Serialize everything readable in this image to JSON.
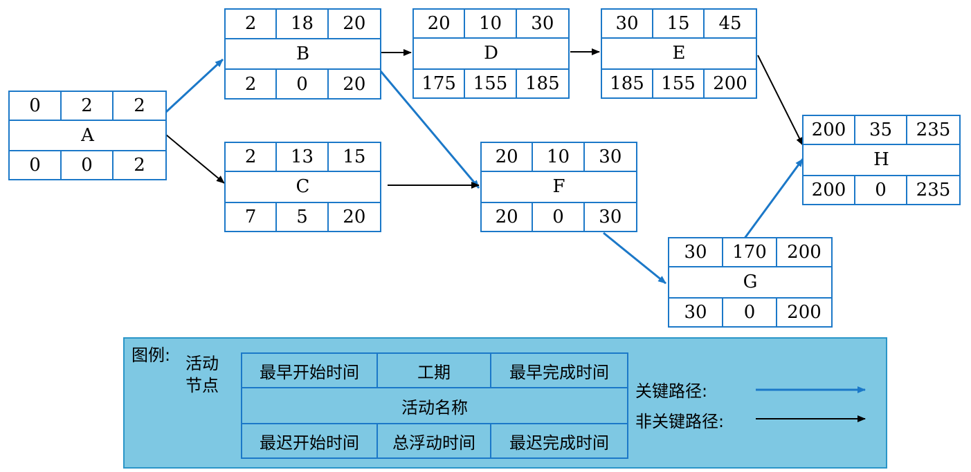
{
  "nodes": {
    "A": {
      "es": "0",
      "dur": "2",
      "ef": "2",
      "name": "A",
      "ls": "0",
      "tf": "0",
      "lf": "2"
    },
    "B": {
      "es": "2",
      "dur": "18",
      "ef": "20",
      "name": "B",
      "ls": "2",
      "tf": "0",
      "lf": "20"
    },
    "C": {
      "es": "2",
      "dur": "13",
      "ef": "15",
      "name": "C",
      "ls": "7",
      "tf": "5",
      "lf": "20"
    },
    "D": {
      "es": "20",
      "dur": "10",
      "ef": "30",
      "name": "D",
      "ls": "175",
      "tf": "155",
      "lf": "185"
    },
    "E": {
      "es": "30",
      "dur": "15",
      "ef": "45",
      "name": "E",
      "ls": "185",
      "tf": "155",
      "lf": "200"
    },
    "F": {
      "es": "20",
      "dur": "10",
      "ef": "30",
      "name": "F",
      "ls": "20",
      "tf": "0",
      "lf": "30"
    },
    "G": {
      "es": "30",
      "dur": "170",
      "ef": "200",
      "name": "G",
      "ls": "30",
      "tf": "0",
      "lf": "200"
    },
    "H": {
      "es": "200",
      "dur": "35",
      "ef": "235",
      "name": "H",
      "ls": "200",
      "tf": "0",
      "lf": "235"
    }
  },
  "edges": [
    {
      "from": "A",
      "to": "B",
      "critical": true
    },
    {
      "from": "A",
      "to": "C",
      "critical": false
    },
    {
      "from": "B",
      "to": "D",
      "critical": false
    },
    {
      "from": "B",
      "to": "F",
      "critical": true
    },
    {
      "from": "C",
      "to": "F",
      "critical": false
    },
    {
      "from": "D",
      "to": "E",
      "critical": false
    },
    {
      "from": "E",
      "to": "H",
      "critical": false
    },
    {
      "from": "F",
      "to": "G",
      "critical": true
    },
    {
      "from": "G",
      "to": "H",
      "critical": true
    }
  ],
  "colors": {
    "critical": "#1b78c8",
    "non_critical": "#000000",
    "node_border": "#1b78c8",
    "legend_bg": "#7ec8e3"
  },
  "legend": {
    "title": "图例:",
    "node_label": "活动节点",
    "es": "最早开始时间",
    "dur": "工期",
    "ef": "最早完成时间",
    "name": "活动名称",
    "ls": "最迟开始时间",
    "tf": "总浮动时间",
    "lf": "最迟完成时间",
    "critical_label": "关键路径:",
    "non_critical_label": "非关键路径:"
  }
}
